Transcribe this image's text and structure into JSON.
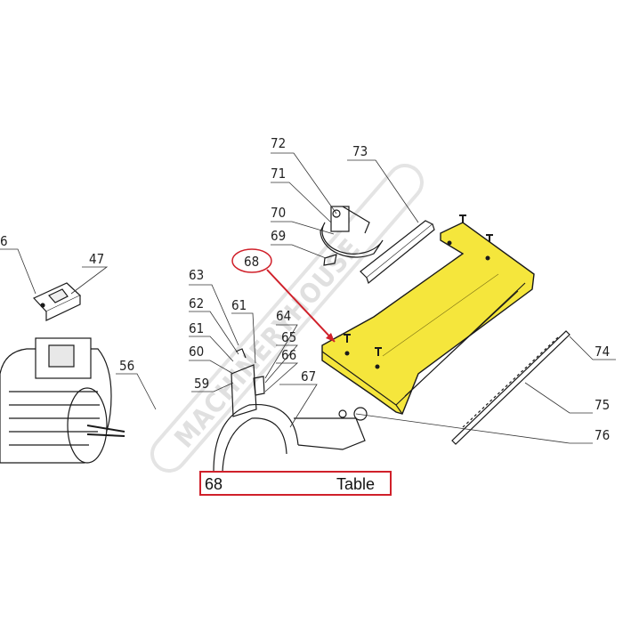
{
  "watermark": "MACHINERYHOUSE",
  "callouts": {
    "c72": "72",
    "c73": "73",
    "c71": "71",
    "c70": "70",
    "c69": "69",
    "c68": "68",
    "c47": "47",
    "c6": "6",
    "c63": "63",
    "c62": "62",
    "c61a": "61",
    "c61b": "61",
    "c60": "60",
    "c64": "64",
    "c65": "65",
    "c66": "66",
    "c59": "59",
    "c56": "56",
    "c67": "67",
    "c74": "74",
    "c75": "75",
    "c76": "76"
  },
  "selected_part": {
    "number": "68",
    "name": "Table"
  },
  "colors": {
    "highlight": "#f5e63c",
    "accent": "#d0202a",
    "line": "#1a1a1a"
  }
}
